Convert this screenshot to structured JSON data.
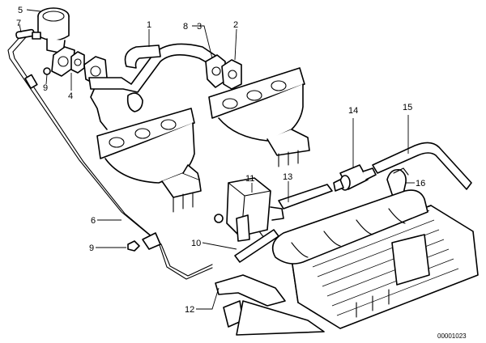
{
  "callouts": {
    "c1": "1",
    "c2": "2",
    "c3": "3",
    "c4": "4",
    "c5": "5",
    "c6": "6",
    "c7": "7",
    "c8": "8",
    "c9": "9",
    "c10": "10",
    "c11": "11",
    "c12": "12",
    "c13": "13",
    "c14": "14",
    "c15": "15",
    "c16": "16"
  },
  "reference_number": "00001023"
}
